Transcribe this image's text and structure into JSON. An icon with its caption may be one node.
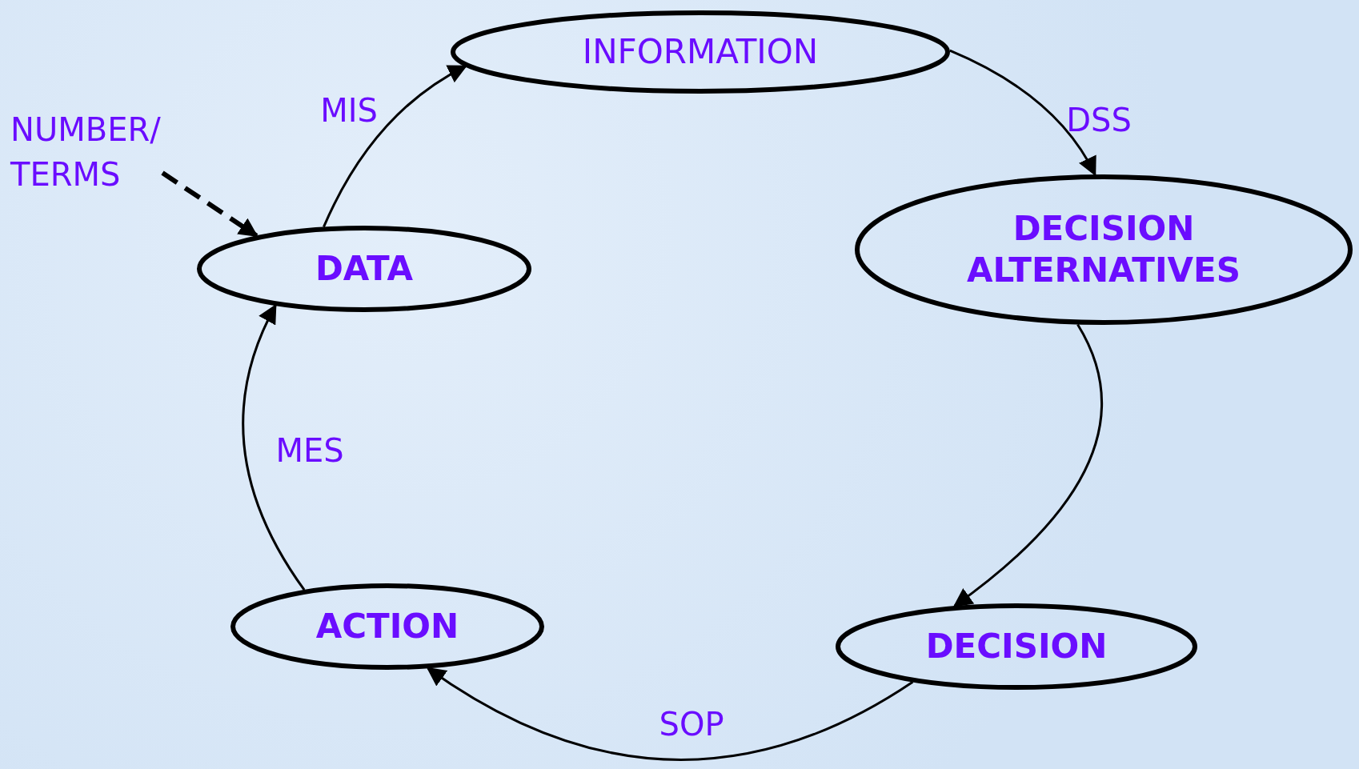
{
  "diagram": {
    "nodes": [
      {
        "text": [
          "INFORMATION"
        ]
      },
      {
        "text": [
          "DECISION ALTERNATIVES"
        ]
      },
      {
        "text": [
          "DATA"
        ]
      },
      {
        "text": [
          "ACTION"
        ]
      },
      {
        "text": [
          "DECISION"
        ]
      },
      {
        "text": [
          "NUMBER/ TERMS"
        ]
      }
    ],
    "edges": [
      {
        "from": 2,
        "to": 0,
        "arrow": "to",
        "label": "MIS"
      },
      {
        "from": 0,
        "to": 1,
        "arrow": "to",
        "label": "DSS"
      },
      {
        "from": 1,
        "to": 4,
        "arrow": "to"
      },
      {
        "from": 4,
        "to": 3,
        "arrow": "to",
        "label": "SOP"
      },
      {
        "from": 3,
        "to": 2,
        "arrow": "to",
        "label": "MES"
      },
      {
        "from": 5,
        "to": 2,
        "arrow": "to",
        "style": "dashed"
      }
    ]
  }
}
